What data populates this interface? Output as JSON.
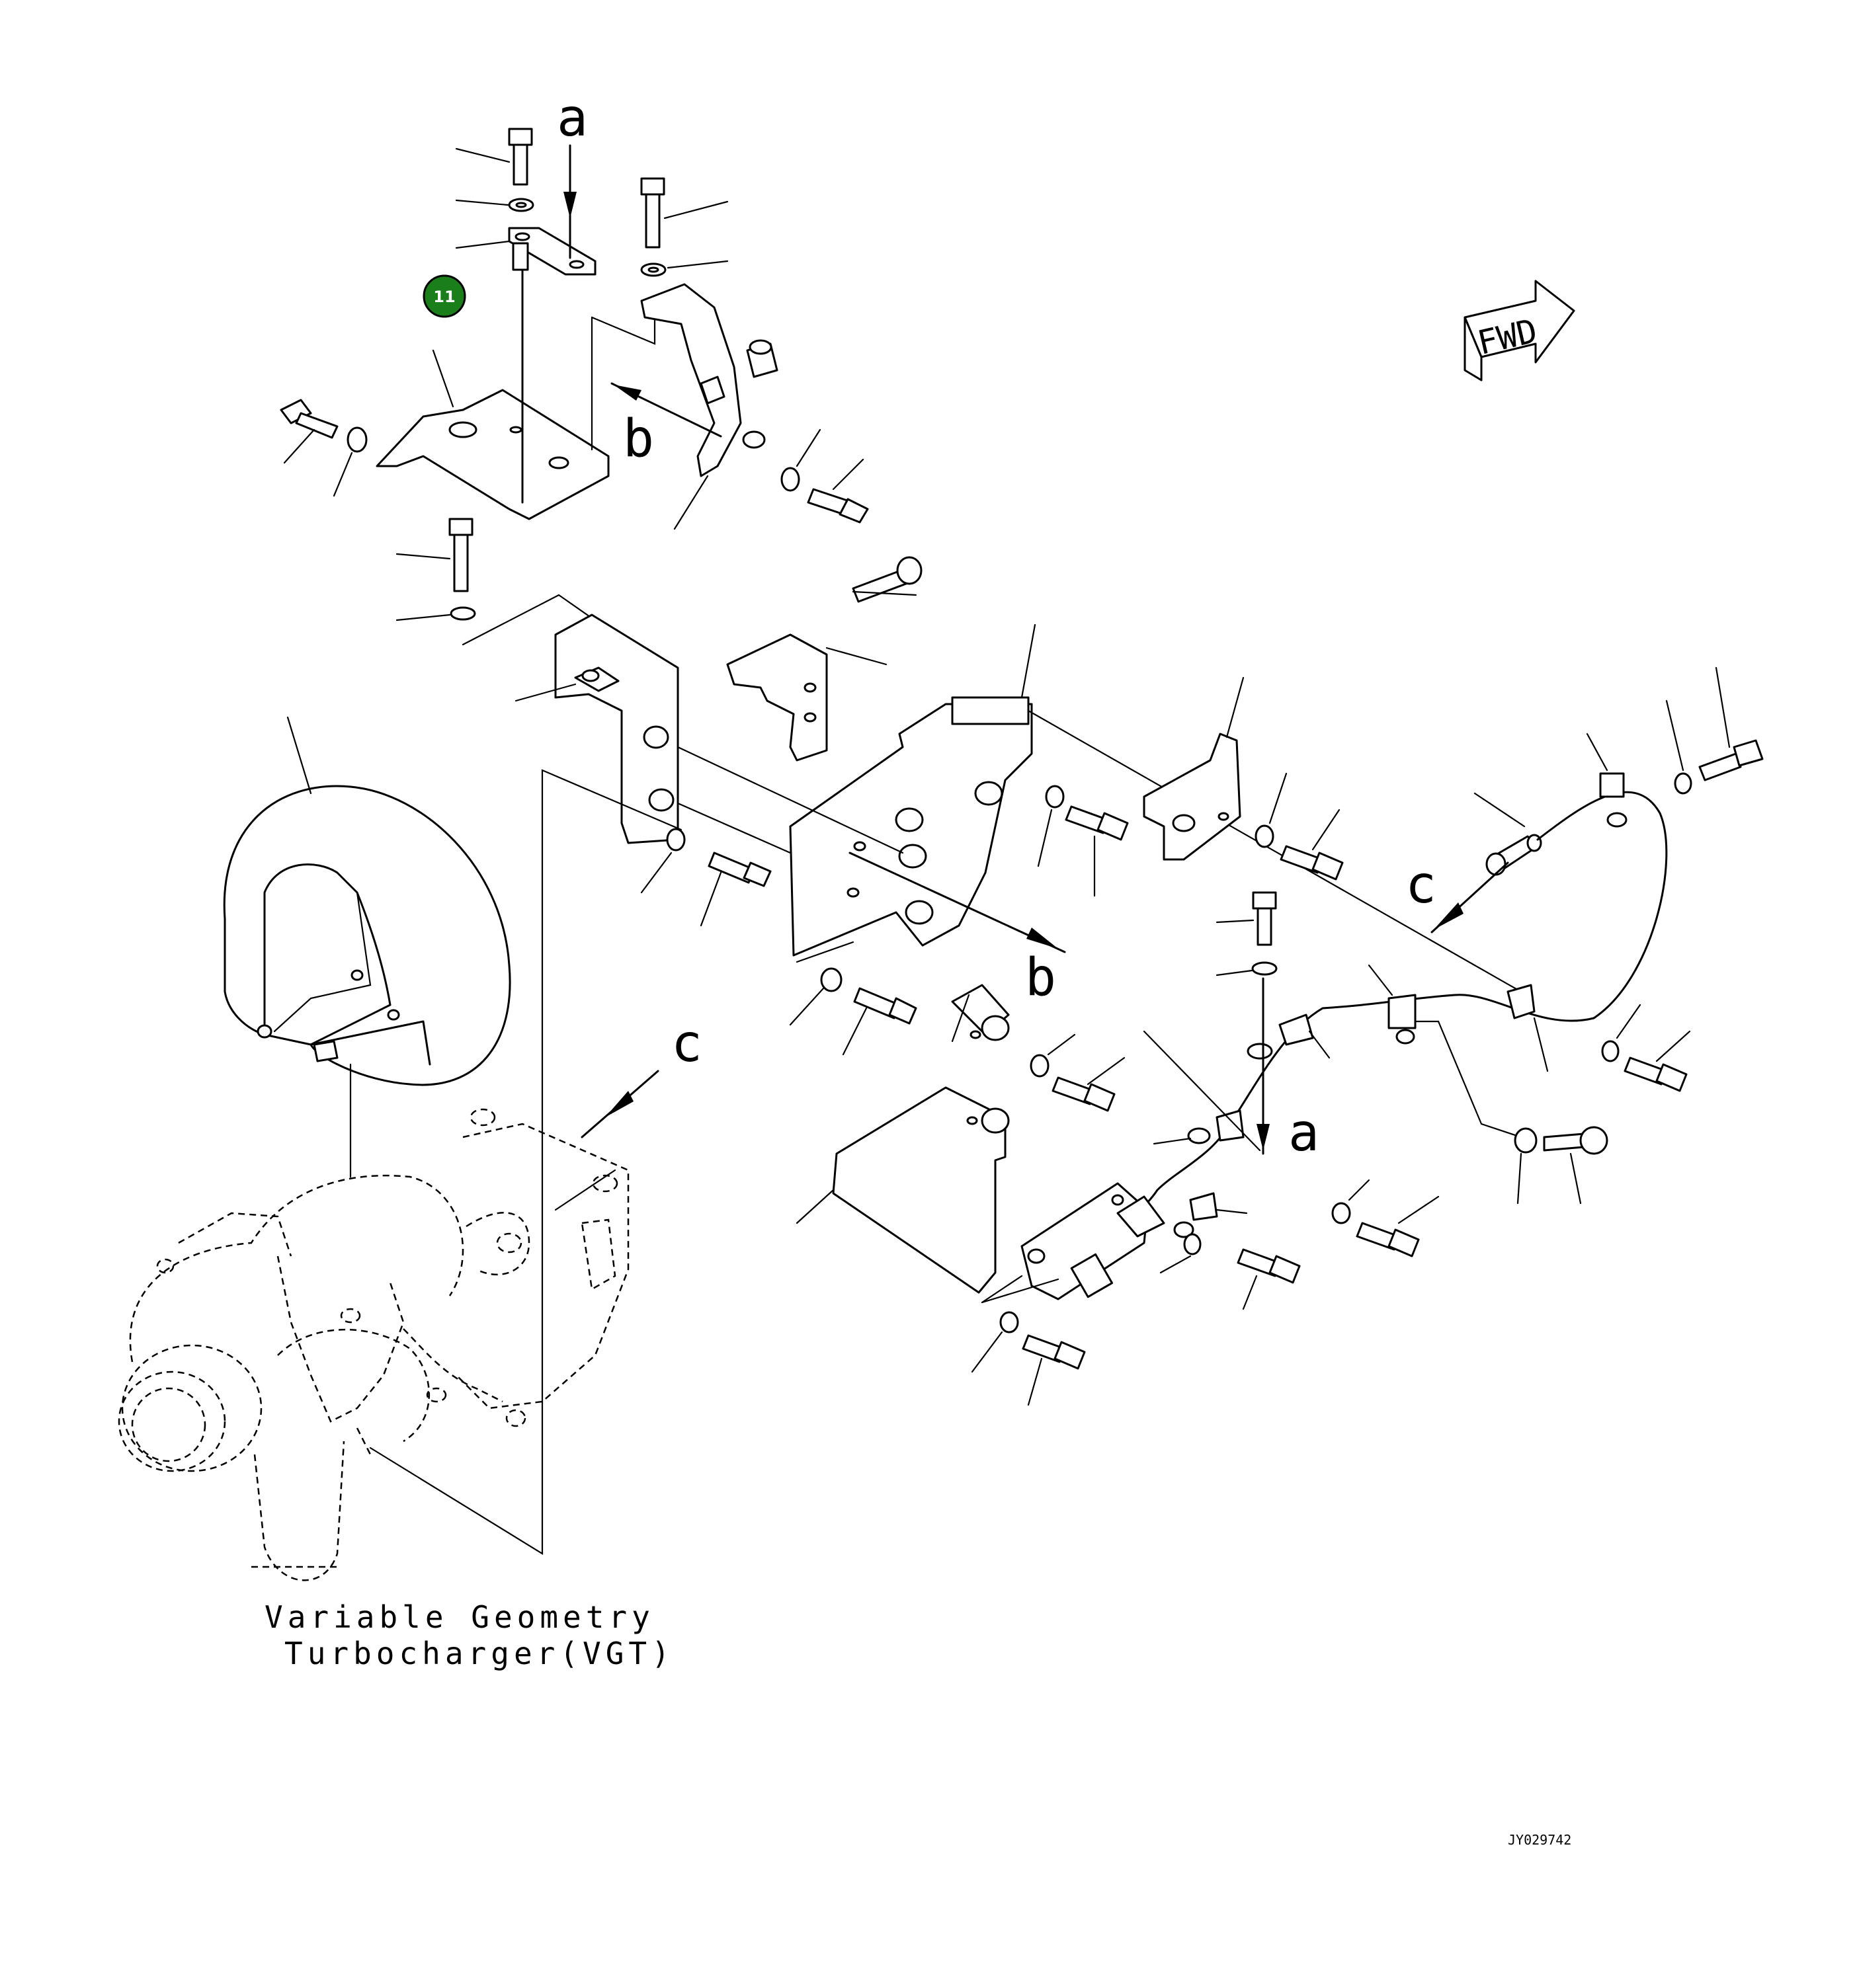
{
  "callout": {
    "label": "11",
    "color": "#1a7f1a"
  },
  "fwd_label": "FWD",
  "view_letters": {
    "a": "a",
    "b": "b",
    "c": "c"
  },
  "caption": {
    "line1": "Variable Geometry",
    "line2": "Turbocharger(VGT)"
  },
  "drawing_code": "JY029742"
}
